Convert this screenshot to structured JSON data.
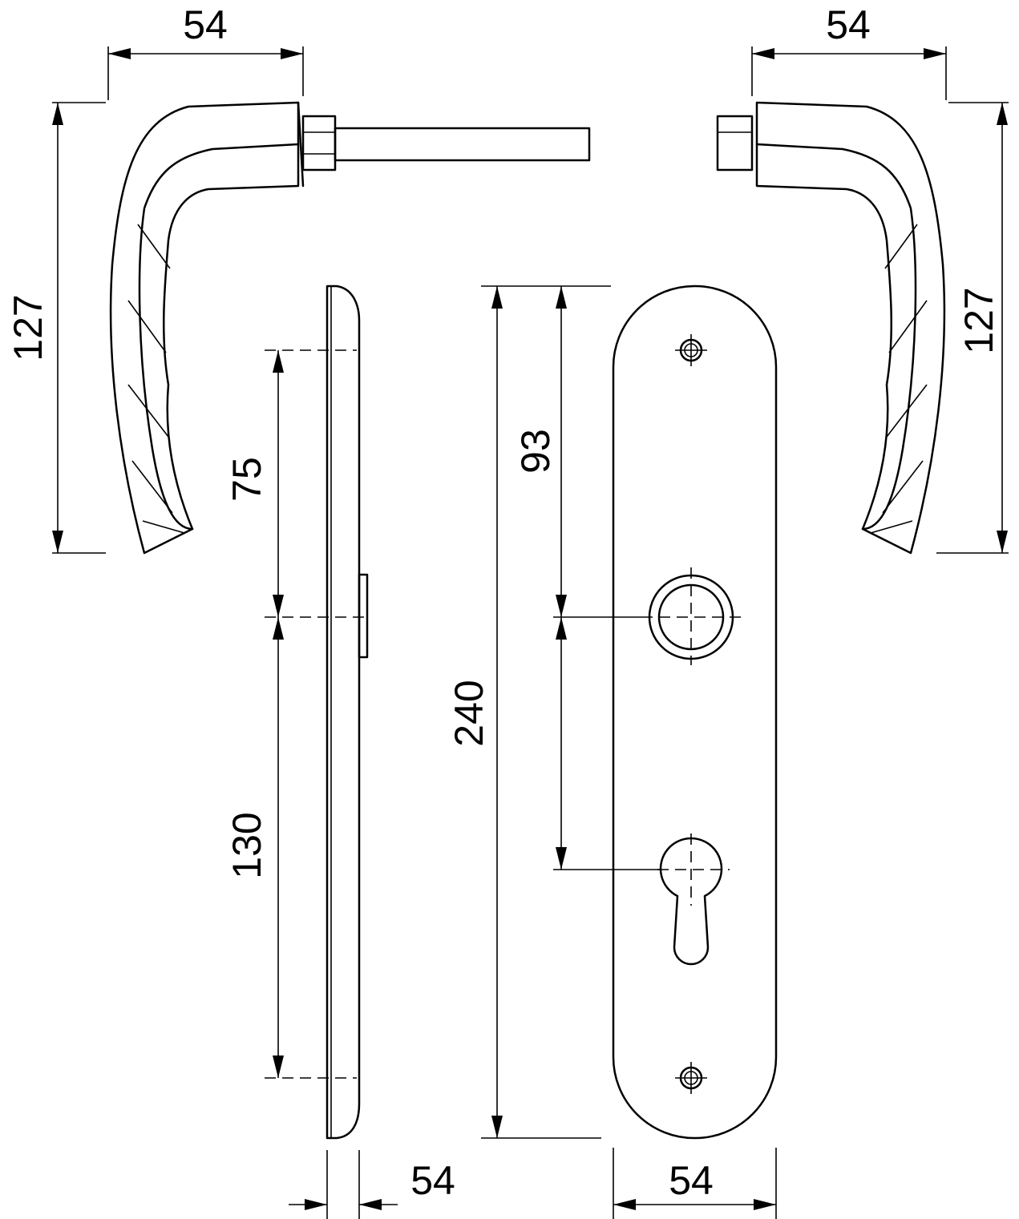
{
  "drawing": {
    "colors": {
      "line": "#000000",
      "background": "#ffffff"
    },
    "dimensions": {
      "handle_left_width": "54",
      "handle_right_width": "54",
      "handle_left_height": "127",
      "handle_right_height": "127",
      "upper_screw_to_spindle": "75",
      "spindle_to_lower_screw": "130",
      "plate_top_to_spindle": "93",
      "plate_length": "240",
      "plate_side_thickness": "54",
      "plate_width": "54"
    }
  }
}
